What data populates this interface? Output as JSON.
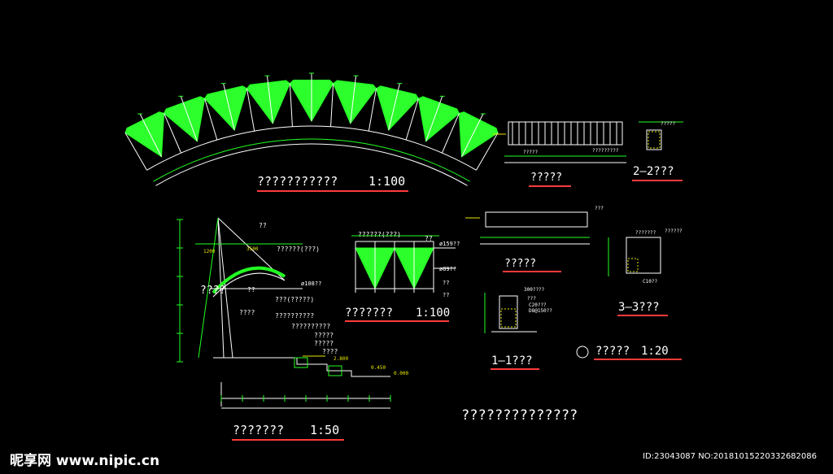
{
  "colors": {
    "background": "#000000",
    "line_green": "#22ff22",
    "fill_green": "#2cff2c",
    "line_white": "#ffffff",
    "underline_red": "#ff3b3b",
    "dim_yellow": "#e8e800"
  },
  "titles": {
    "front_elevation": "???????????",
    "front_elevation_scale": "1:100",
    "handrail_elevation": "?????",
    "section_2_2": "2—2???",
    "rail_plan": "?????",
    "section_3_3": "3—3???",
    "partial_elevation": "???????",
    "partial_elevation_scale": "1:100",
    "section_1_1": "1—1???",
    "detail_note": "?????",
    "detail_note_scale": "1:20",
    "side_elevation": "???????",
    "side_elevation_scale": "1:50",
    "drawing_title": "??????????????"
  },
  "side_notes": [
    "??",
    "??????(???)",
    "????",
    "???(?????)",
    "????",
    "??????????",
    "??????????",
    "?????",
    "?????",
    "????"
  ],
  "side_dims": [
    "1200",
    "3500",
    "ø108??",
    "??",
    "2.800",
    "0.450",
    "0.000"
  ],
  "partial_notes": [
    "??????(???)",
    "??",
    "ø159??",
    "ø89??",
    "??",
    "??"
  ],
  "section_notes": [
    "300????",
    "C20???",
    "D8@150??",
    "C10??",
    "???????",
    "??????",
    "???"
  ],
  "rail_notes": [
    "?????",
    "?????????",
    "?????",
    "???"
  ],
  "watermark": {
    "logo": "昵享网 www.nipic.cn",
    "id": "ID:23043087 NO:20181015220332682086"
  }
}
